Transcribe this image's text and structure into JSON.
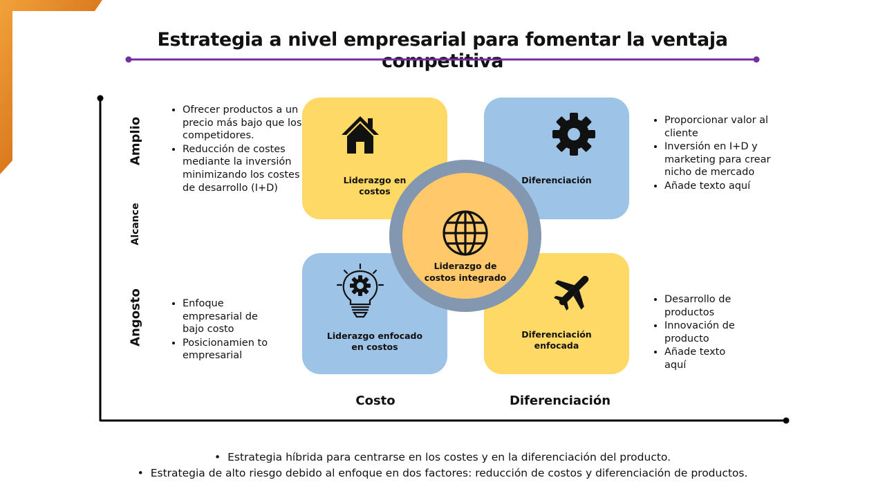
{
  "title": "Estrategia a nivel empresarial para fomentar la ventaja competitiva",
  "axes": {
    "y_top": "Amplio",
    "y_mid": "Alcance",
    "y_bottom": "Angosto",
    "x_left": "Costo",
    "x_right": "Diferenciación"
  },
  "quadrants": {
    "top_left": {
      "label": [
        "Liderazgo en",
        "costos"
      ],
      "icon": "house-icon",
      "bullets": [
        "Ofrecer productos a un precio más bajo que los competidores.",
        "Reducción de costes mediante la inversión minimizando los costes de desarrollo (I+D)"
      ]
    },
    "top_right": {
      "label": [
        "Diferenciación"
      ],
      "icon": "gear-icon",
      "bullets": [
        "Proporcionar valor al cliente",
        "Inversión en I+D y marketing para crear nicho de mercado",
        "Añade texto aquí"
      ]
    },
    "bottom_left": {
      "label": [
        "Liderazgo enfocado",
        "en costos"
      ],
      "icon": "lightbulb-gear-icon",
      "bullets": [
        "Enfoque empresarial de bajo costo",
        "Posicionamien to empresarial"
      ]
    },
    "bottom_right": {
      "label": [
        "Diferenciación",
        "enfocada"
      ],
      "icon": "airplane-icon",
      "bullets": [
        "Desarrollo de productos",
        "Innovación de producto",
        "Añade texto aquí"
      ]
    }
  },
  "center": {
    "label": [
      "Liderazgo de",
      "costos integrado"
    ],
    "icon": "globe-icon"
  },
  "bottom_notes": [
    "Estrategia híbrida para centrarse en los costes y en la diferenciación del producto.",
    "Estrategia de alto riesgo debido al enfoque en dos factores: reducción de costos y diferenciación de productos."
  ],
  "colors": {
    "yellow": "#ffd966",
    "blue": "#9dc3e6",
    "ring": "#8497b0",
    "center": "#ffc96b",
    "accent_line": "#7030a0",
    "corner": "#c55a11"
  }
}
